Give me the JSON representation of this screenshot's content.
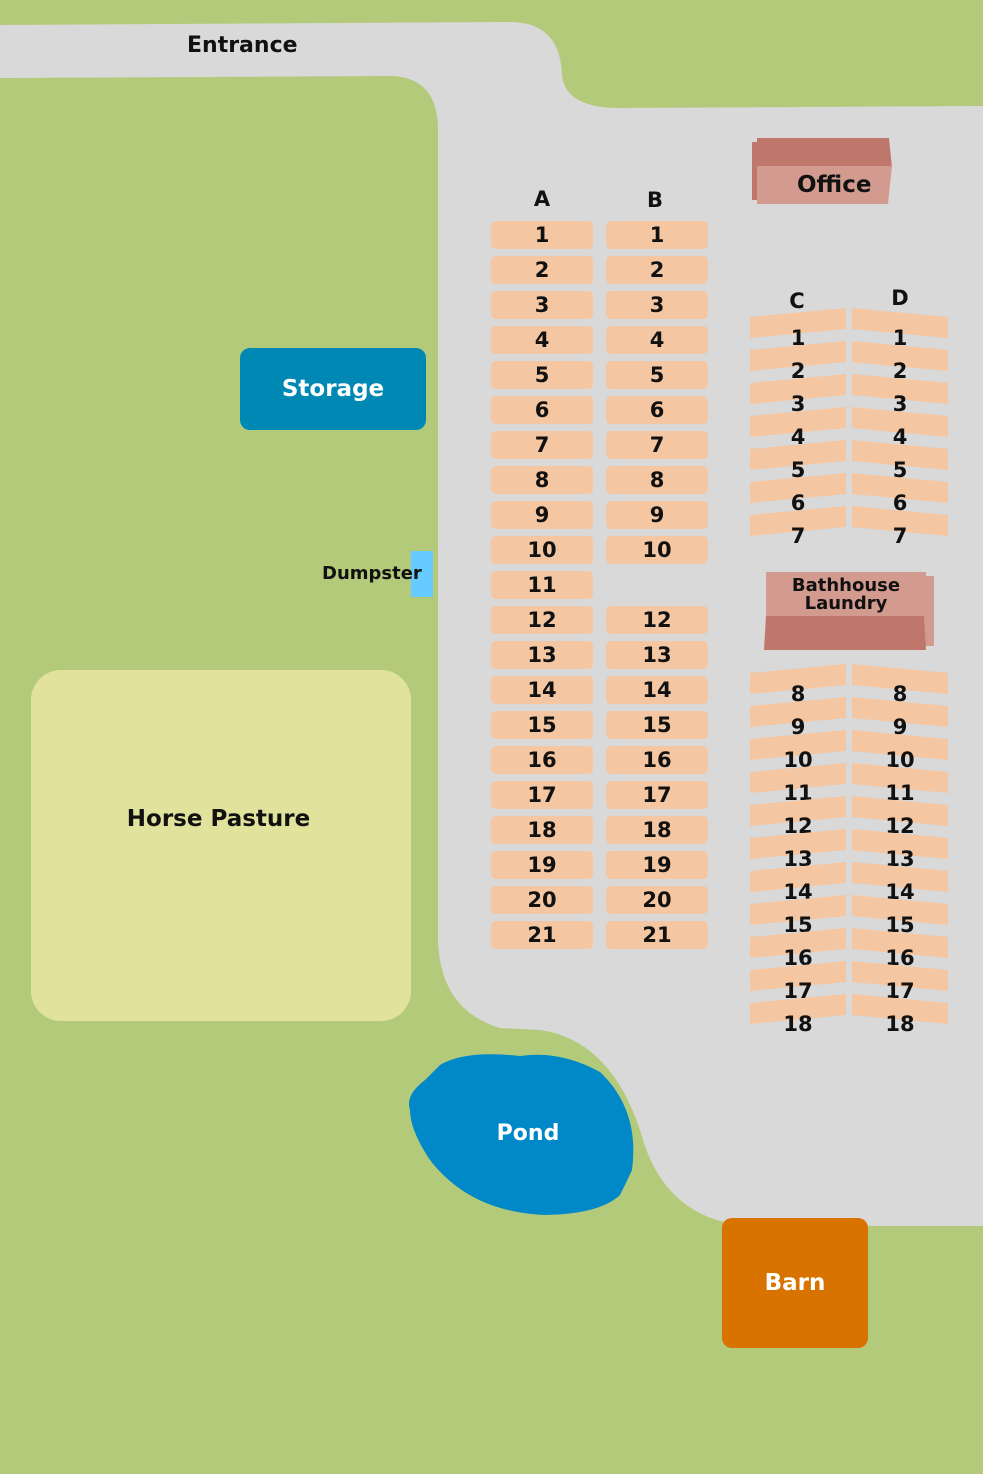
{
  "labels": {
    "entrance": "Entrance",
    "office": "Office",
    "storage": "Storage",
    "dumpster": "Dumpster",
    "bathhouse_line1": "Bathhouse",
    "bathhouse_line2": "Laundry",
    "horse_pasture": "Horse Pasture",
    "pond": "Pond",
    "barn": "Barn"
  },
  "rows": {
    "A": {
      "label": "A",
      "sites": [
        "1",
        "2",
        "3",
        "4",
        "5",
        "6",
        "7",
        "8",
        "9",
        "10",
        "11",
        "12",
        "13",
        "14",
        "15",
        "16",
        "17",
        "18",
        "19",
        "20",
        "21"
      ]
    },
    "B": {
      "label": "B",
      "sites": [
        "1",
        "2",
        "3",
        "4",
        "5",
        "6",
        "7",
        "8",
        "9",
        "10",
        "",
        "12",
        "13",
        "14",
        "15",
        "16",
        "17",
        "18",
        "19",
        "20",
        "21"
      ]
    },
    "C": {
      "label": "C",
      "upper": [
        "1",
        "2",
        "3",
        "4",
        "5",
        "6",
        "7"
      ],
      "lower": [
        "8",
        "9",
        "10",
        "11",
        "12",
        "13",
        "14",
        "15",
        "16",
        "17",
        "18"
      ]
    },
    "D": {
      "label": "D",
      "upper": [
        "1",
        "2",
        "3",
        "4",
        "5",
        "6",
        "7"
      ],
      "lower": [
        "8",
        "9",
        "10",
        "11",
        "12",
        "13",
        "14",
        "15",
        "16",
        "17",
        "18"
      ]
    }
  },
  "colors": {
    "grass": "#b4ca7b",
    "road": "#d9d9d9",
    "pasture": "#e1e39c",
    "site": "#f4c6a1",
    "storage": "#0088b4",
    "pond": "#0088c8",
    "barn": "#d97300",
    "office": "#d39a8f",
    "office_roof": "#bf776c",
    "dumpster": "#66ccff"
  }
}
